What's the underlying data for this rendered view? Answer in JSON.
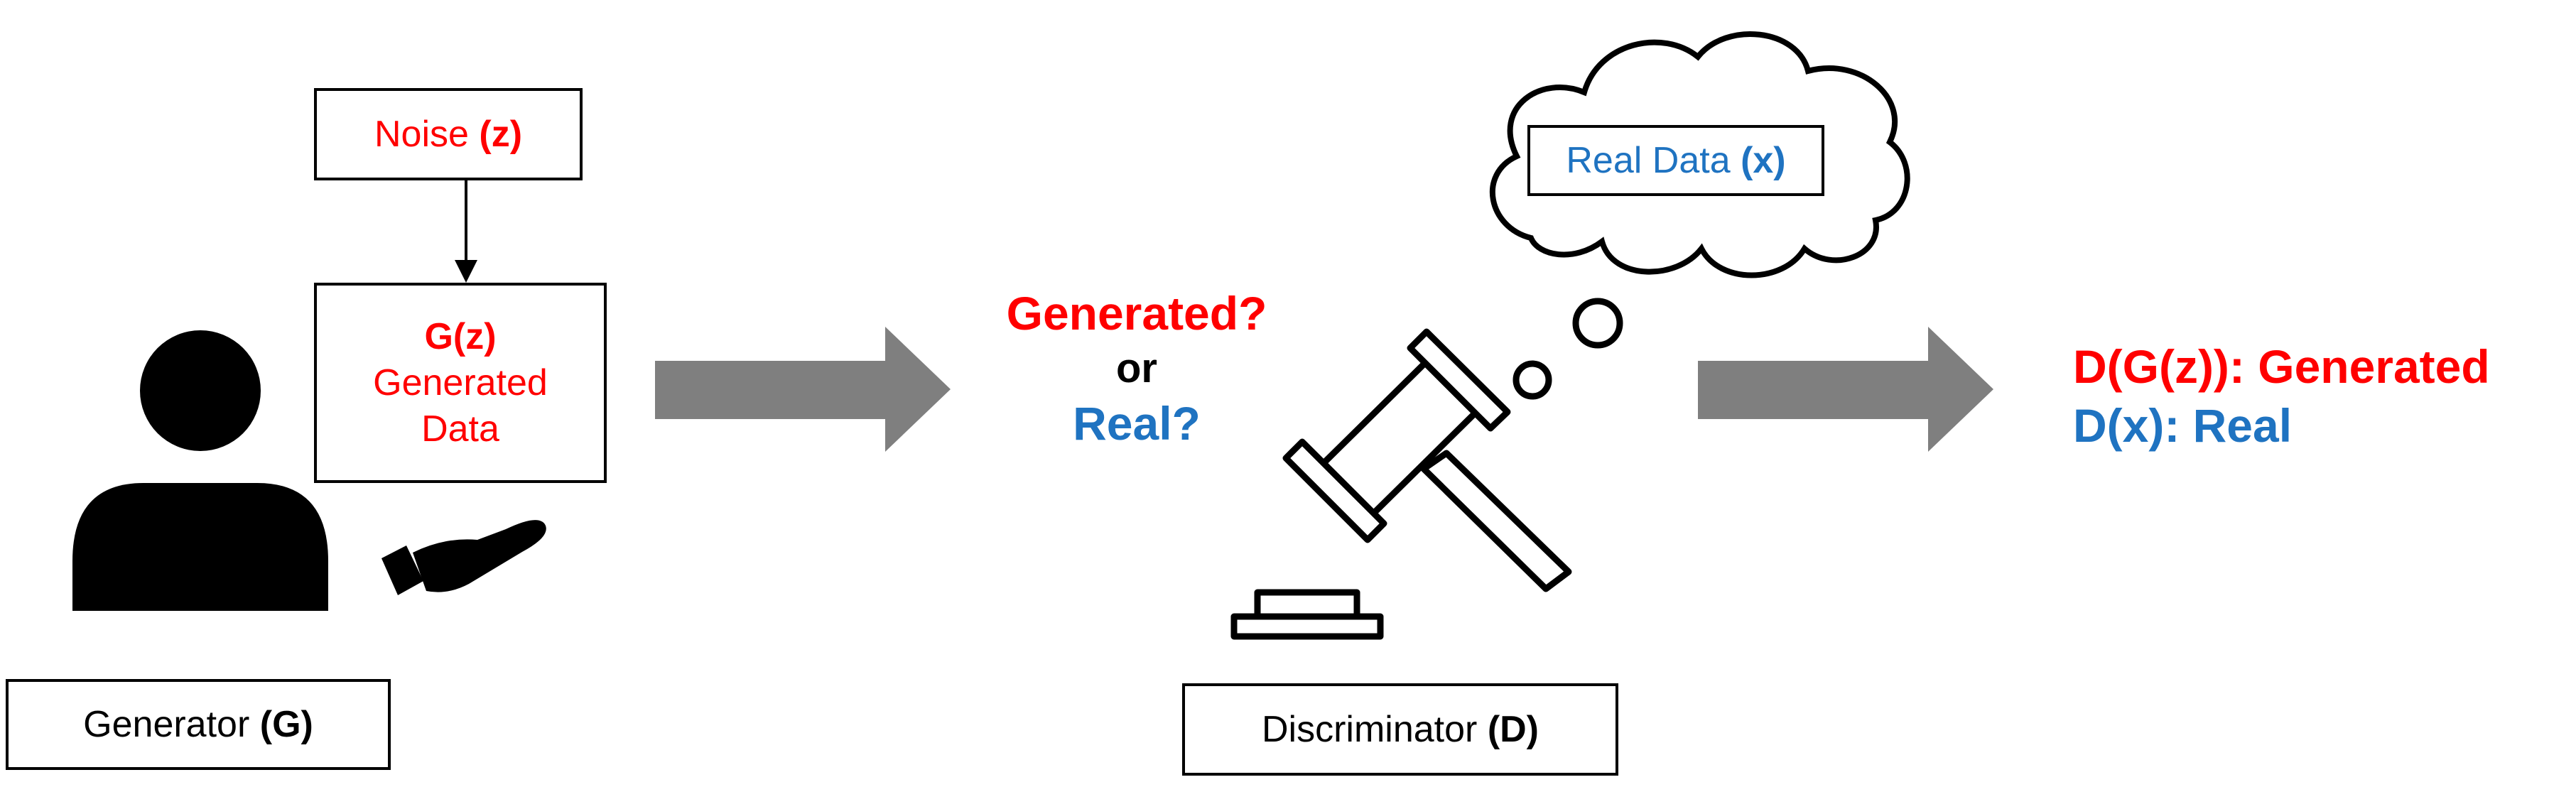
{
  "generator": {
    "noise_label": "Noise",
    "noise_symbol": "(z)",
    "gz_label": "G(z)",
    "gz_line2": "Generated",
    "gz_line3": "Data",
    "caption_label": "Generator",
    "caption_symbol": "(G)"
  },
  "question": {
    "generated": "Generated?",
    "or": "or",
    "real": "Real?"
  },
  "discriminator": {
    "thought_label": "Real Data",
    "thought_symbol": "(x)",
    "caption_label": "Discriminator",
    "caption_symbol": "(D)"
  },
  "outputs": {
    "generated": "D(G(z)): Generated",
    "real": "D(x): Real"
  },
  "colors": {
    "generated_red": "#ff0000",
    "real_blue": "#1f73c1",
    "arrow_gray": "#7f7f7f"
  }
}
